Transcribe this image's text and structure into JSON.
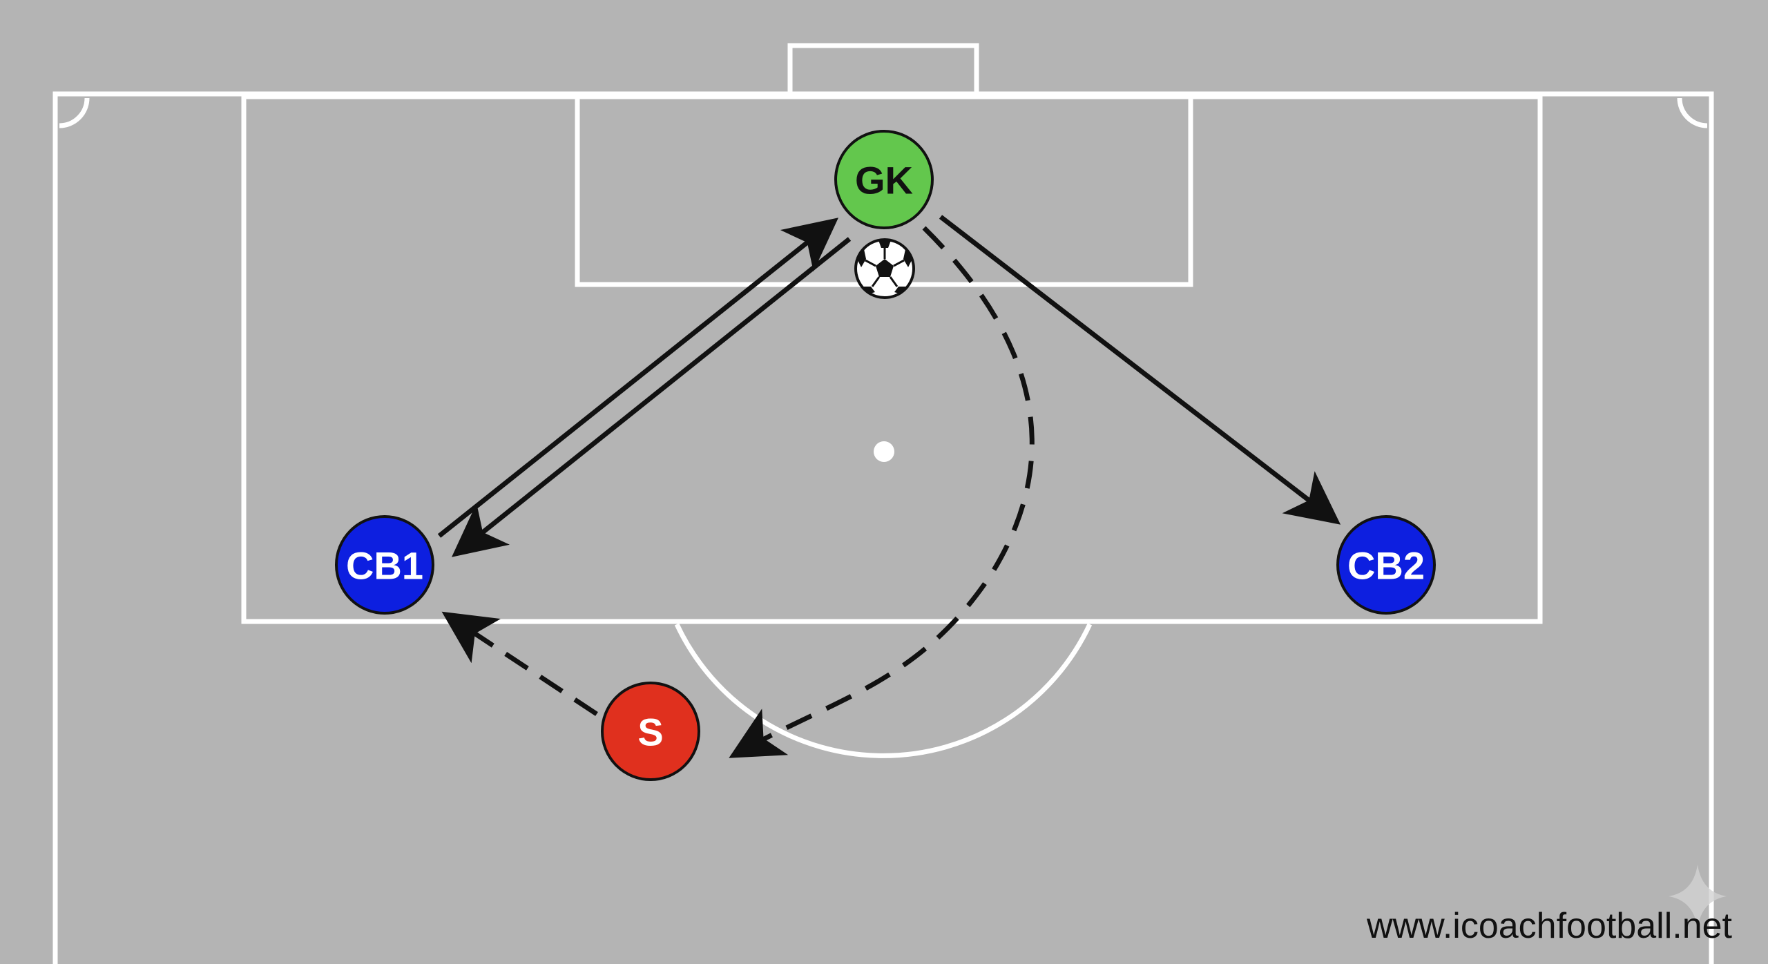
{
  "players": {
    "gk": {
      "label": "GK",
      "color": "#63c74d",
      "text_color": "#111111"
    },
    "cb1": {
      "label": "CB1",
      "color": "#0d1fe0",
      "text_color": "#ffffff"
    },
    "cb2": {
      "label": "CB2",
      "color": "#0d1fe0",
      "text_color": "#ffffff"
    },
    "s": {
      "label": "S",
      "color": "#e0301e",
      "text_color": "#ffffff"
    }
  },
  "ball_icon": "soccer-ball-icon",
  "watermark": "www.icoachfootball.net",
  "colors": {
    "pitch": "#b4b4b4",
    "lines": "#ffffff",
    "arrows": "#111111"
  }
}
